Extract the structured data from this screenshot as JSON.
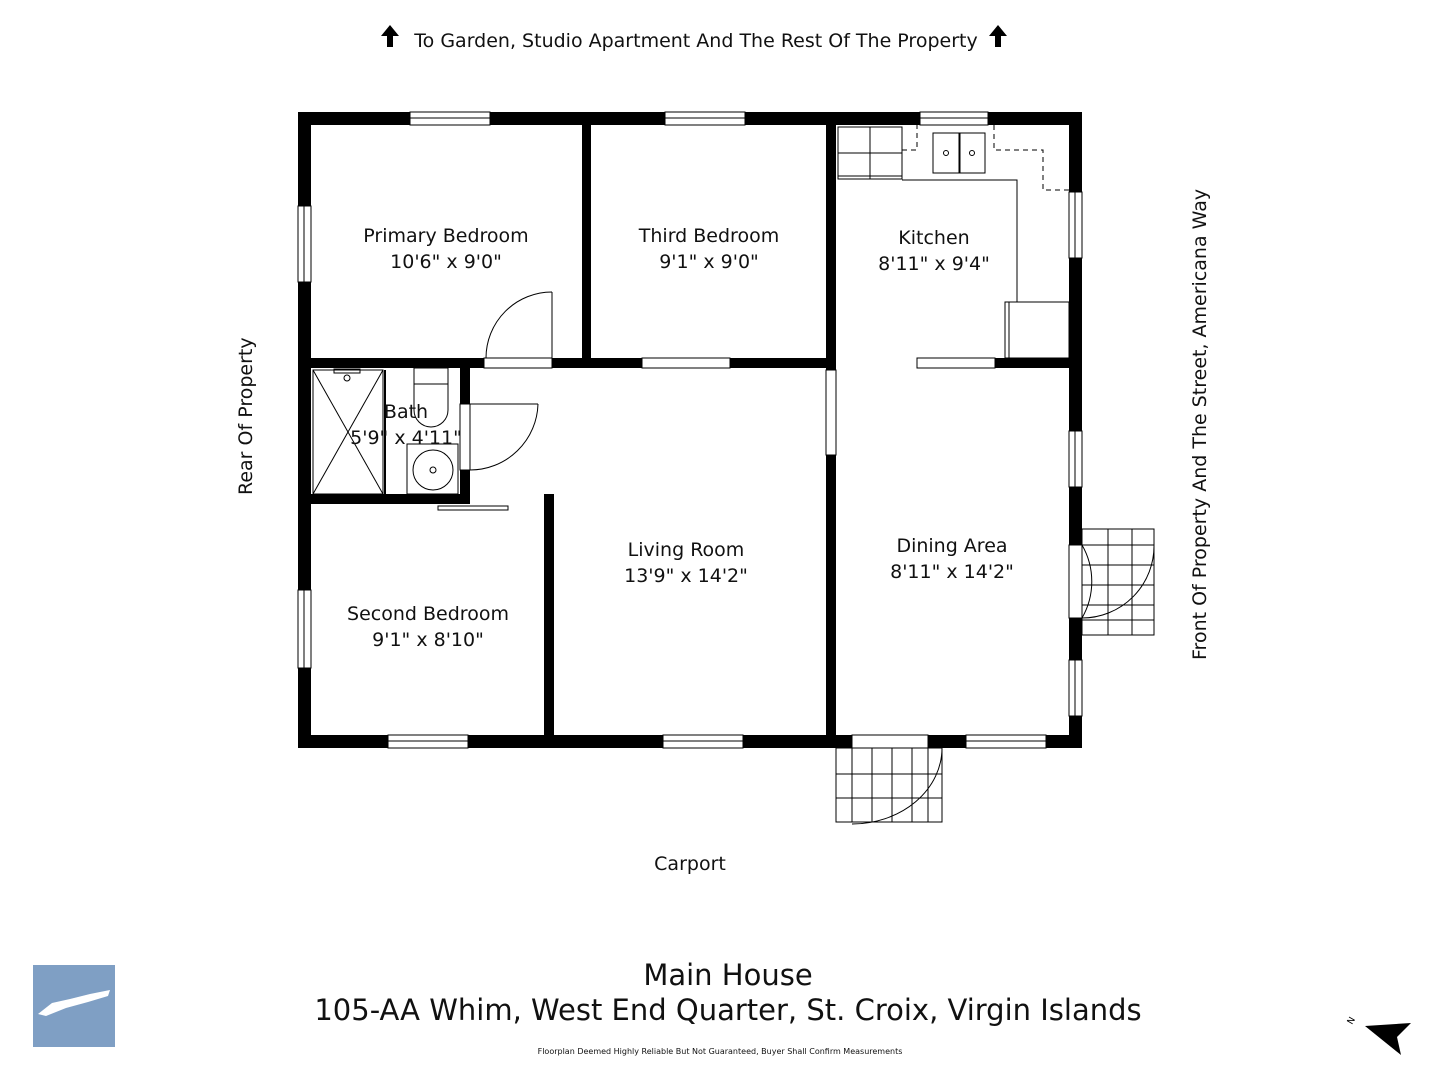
{
  "header": {
    "direction_note": "To Garden, Studio Apartment And The Rest Of The Property",
    "arrow_icon": "up-arrow-icon"
  },
  "sides": {
    "left": "Rear Of Property",
    "right": "Front Of Property And The Street, Americana Way",
    "bottom": "Carport"
  },
  "rooms": [
    {
      "name": "Primary Bedroom",
      "size": "10'6\" x 9'0\""
    },
    {
      "name": "Third Bedroom",
      "size": "9'1\" x 9'0\""
    },
    {
      "name": "Kitchen",
      "size": "8'11\" x 9'4\""
    },
    {
      "name": "Bath",
      "size": "5'9\" x 4'11\""
    },
    {
      "name": "Living Room",
      "size": "13'9\" x 14'2\""
    },
    {
      "name": "Dining Area",
      "size": "8'11\" x 14'2\""
    },
    {
      "name": "Second Bedroom",
      "size": "9'1\" x 8'10\""
    }
  ],
  "footer": {
    "title": "Main House",
    "address": "105-AA Whim, West End Quarter, St. Croix, Virgin Islands",
    "disclaimer": "Floorplan Deemed Highly Reliable But Not Guaranteed, Buyer Shall Confirm Measurements",
    "compass_label": "N"
  },
  "colors": {
    "wall": "#000000",
    "logo_bg": "#7f9fc4"
  }
}
